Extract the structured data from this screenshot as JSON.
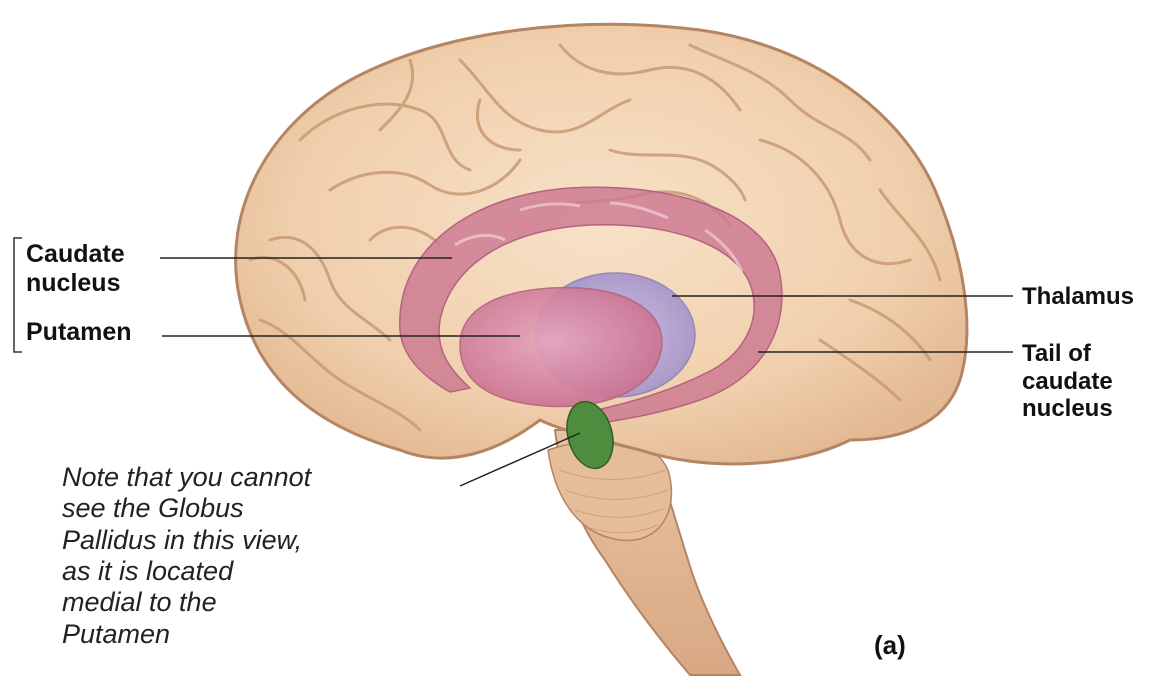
{
  "labels": {
    "caudate_nucleus": "Caudate\nnucleus",
    "putamen": "Putamen",
    "thalamus": "Thalamus",
    "tail_of_caudate": "Tail of\ncaudate\nnucleus"
  },
  "note": "Note that you cannot\nsee the Globus\nPallidus in this view,\nas it is located\nmedial to the\nPutamen",
  "panel_label": "(a)",
  "colors": {
    "brain": "#efcfac",
    "sulcus": "#c99a73",
    "caudate": "#cc7891",
    "putamen": "#d98aa5",
    "thalamus": "#a99ad0",
    "globus_pallidus_hint": "#4f8d3e",
    "leader_line": "#222222"
  }
}
